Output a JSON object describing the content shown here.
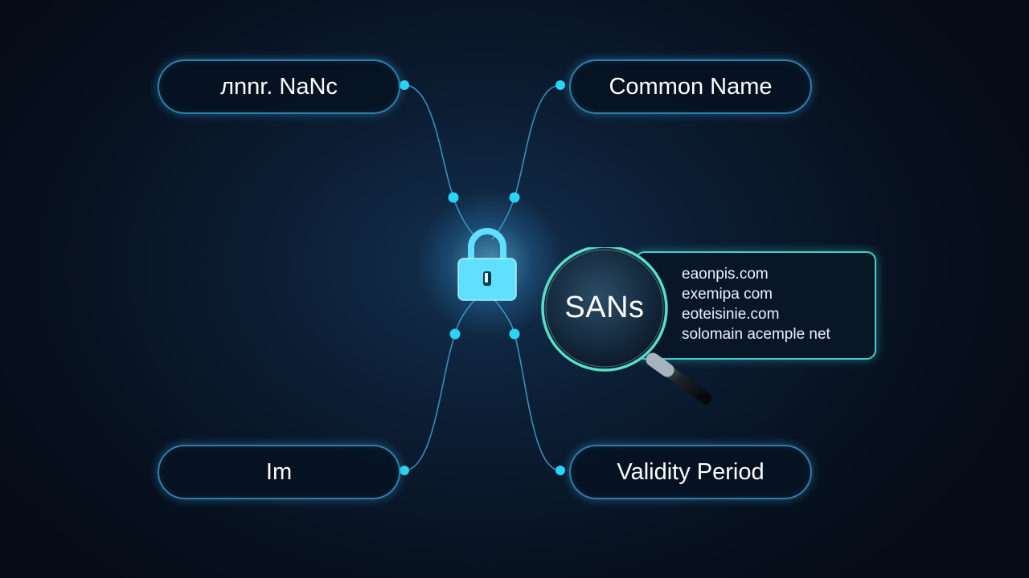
{
  "fields": {
    "top_left": "лnnr. NaNc",
    "top_right": "Common Name",
    "bottom_left": "Im",
    "bottom_right": "Validity Period"
  },
  "sans": {
    "label": "SANs",
    "entries": [
      "eaonpis.com",
      "exemipa com",
      "eoteisinie.com",
      "solomain acemple net"
    ]
  },
  "icons": {
    "center": "lock-icon",
    "inspector": "magnifying-glass-icon"
  },
  "colors": {
    "background": "#07111f",
    "box_border": "#2e7fae",
    "connector": "#3aa6d6",
    "node": "#27d6f5",
    "lock": "#5fe0ff",
    "sans_border": "#3fd0c9",
    "text": "#ffffff"
  }
}
